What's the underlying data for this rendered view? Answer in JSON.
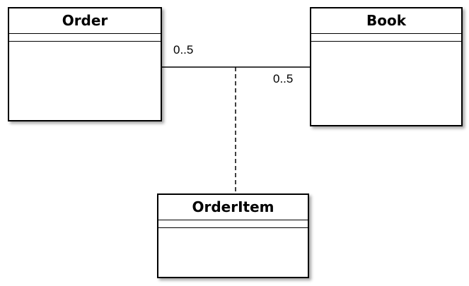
{
  "diagram": {
    "classes": {
      "order": {
        "name": "Order"
      },
      "book": {
        "name": "Book"
      },
      "order_item": {
        "name": "OrderItem"
      }
    },
    "association": {
      "order_end_multiplicity": "0..5",
      "book_end_multiplicity": "0..5",
      "association_class_link": "dashed"
    }
  }
}
